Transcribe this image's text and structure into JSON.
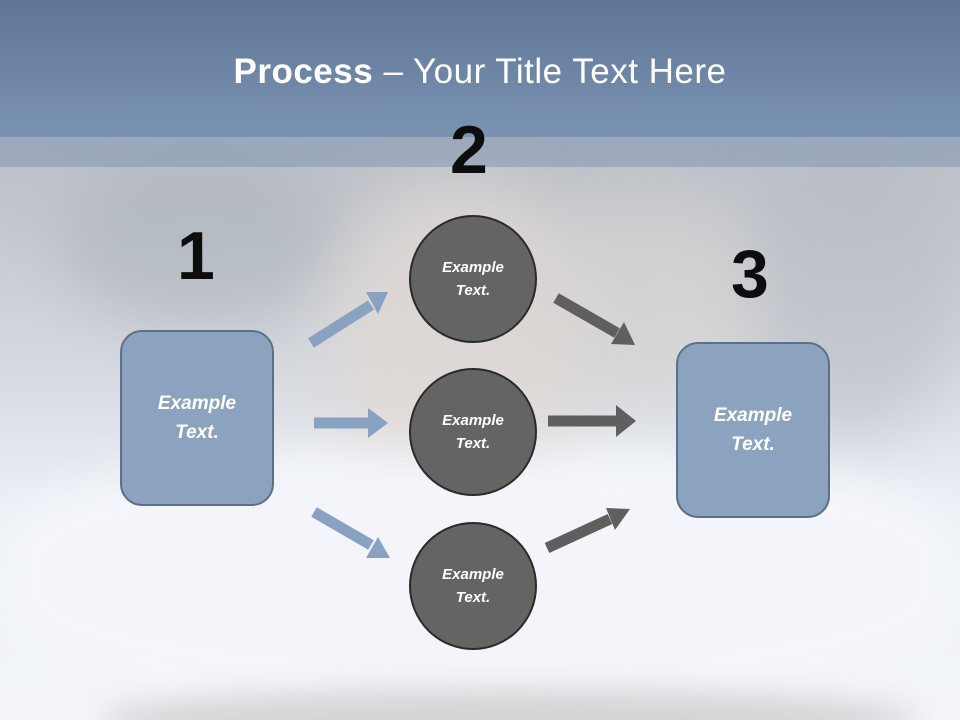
{
  "slide": {
    "title_bold": "Process",
    "title_rest": " – Your Title Text Here"
  },
  "steps": {
    "step1_number": "1",
    "step2_number": "2",
    "step3_number": "3"
  },
  "nodes": {
    "left_box": "Example\nText.",
    "circle_top": "Example\nText.",
    "circle_middle": "Example\nText.",
    "circle_bottom": "Example\nText.",
    "right_box": "Example\nText."
  },
  "colors": {
    "header": "#6f88a9",
    "box_fill": "#8ca3c0",
    "circle_fill": "#646464",
    "blue_arrow": "#8aa2c2",
    "gray_arrow": "#5f5f5f"
  }
}
